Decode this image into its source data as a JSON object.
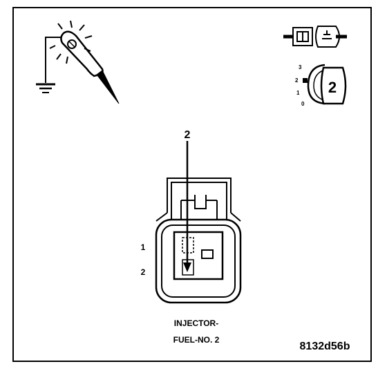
{
  "figure_id": "8132d56b",
  "connector": {
    "name_line1": "INJECTOR-",
    "name_line2": "FUEL-NO. 2",
    "probe_pin": "2",
    "pin_labels": [
      "1",
      "2"
    ]
  },
  "legend": {
    "ohmmeter_range_scale": [
      "3",
      "2",
      "1",
      "0"
    ],
    "ohmmeter_selected": "2"
  },
  "icons": {
    "test_light": "test-light-probe-icon",
    "ground": "ground-icon",
    "connector_disconnect": "connector-disconnect-icon",
    "ohmmeter_dial": "ohmmeter-dial-icon"
  },
  "colors": {
    "ink": "#000000",
    "background": "#ffffff"
  }
}
